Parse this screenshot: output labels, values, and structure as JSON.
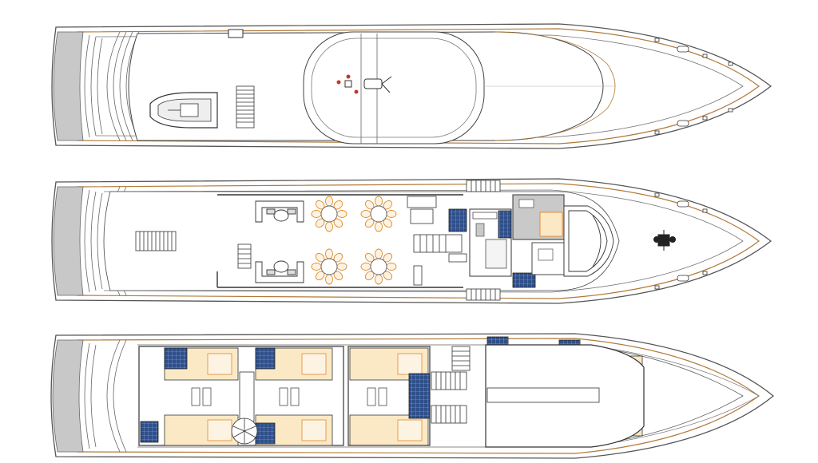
{
  "diagram": {
    "type": "yacht-general-arrangement",
    "decks": [
      {
        "id": "sun-deck",
        "view": "plan",
        "features": [
          "tender",
          "hot-tub-area",
          "helipad-style-oval",
          "gangway-stairs"
        ]
      },
      {
        "id": "main-deck",
        "view": "plan",
        "features": [
          "saloon-lounge",
          "round-dining-tables",
          "galley",
          "captain-cabin",
          "wheelhouse"
        ]
      },
      {
        "id": "lower-deck",
        "view": "plan",
        "features": [
          "guest-cabins",
          "ensuite-bathrooms",
          "stairwells"
        ]
      }
    ],
    "dining_table_seats": 8,
    "dining_table_count": 4
  },
  "colors": {
    "hull_line": "#555555",
    "rub_rail": "#b07a3a",
    "stern_fill": "#c8c8c8",
    "cabin_fill": "#fbe9c6",
    "bath_fill": "#2e4f8a",
    "galley_fill": "#c9c9c9",
    "table_accent": "#e08a2a",
    "line": "#444444"
  }
}
